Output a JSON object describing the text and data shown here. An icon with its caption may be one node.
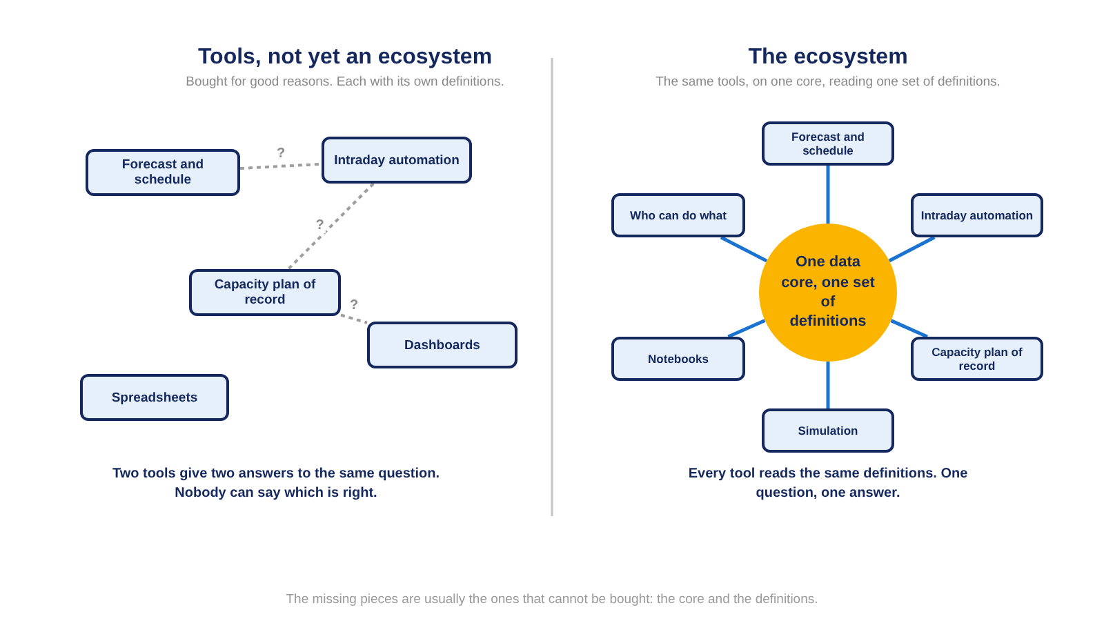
{
  "diagram": {
    "caption": "The missing pieces are usually the ones that cannot be bought: the core and the definitions.",
    "nodes": [
      {
        "text": [
          "Forecast and schedule"
        ]
      },
      {
        "text": [
          "Intraday automation"
        ]
      },
      {
        "text": [
          "Capacity plan of record"
        ]
      },
      {
        "text": [
          "Dashboards"
        ]
      },
      {
        "text": [
          "Spreadsheets"
        ]
      },
      {
        "text": [
          "Forecast and schedule"
        ]
      },
      {
        "text": [
          "Who can do what"
        ]
      },
      {
        "text": [
          "Intraday automation"
        ]
      },
      {
        "text": [
          "One data core, one set of definitions"
        ]
      },
      {
        "text": [
          "Notebooks"
        ]
      },
      {
        "text": [
          "Capacity plan of record"
        ]
      },
      {
        "text": [
          "Simulation"
        ]
      }
    ],
    "edges": [
      {
        "from": 0,
        "to": 1,
        "arrow": "none",
        "label": "?",
        "style": "dashed",
        "color": "#9e9e9e"
      },
      {
        "from": 1,
        "to": 2,
        "arrow": "none",
        "label": "?",
        "style": "dashed",
        "color": "#9e9e9e"
      },
      {
        "from": 2,
        "to": 3,
        "arrow": "none",
        "label": "?",
        "style": "dashed",
        "color": "#9e9e9e"
      },
      {
        "from": 8,
        "to": 5,
        "arrow": "none"
      },
      {
        "from": 8,
        "to": 7,
        "arrow": "none"
      },
      {
        "from": 8,
        "to": 10,
        "arrow": "none"
      },
      {
        "from": 8,
        "to": 11,
        "arrow": "none"
      },
      {
        "from": 8,
        "to": 9,
        "arrow": "none"
      },
      {
        "from": 8,
        "to": 6,
        "arrow": "none"
      }
    ],
    "labels": [
      "Tools, not yet an ecosystem",
      "Bought for good reasons. Each with its own definitions.",
      "The ecosystem",
      "The same tools, on one core, reading one set of definitions.",
      "Two tools give two answers to the same question. Nobody can say which is right.",
      "Every tool reads the same definitions. One question, one answer."
    ]
  }
}
